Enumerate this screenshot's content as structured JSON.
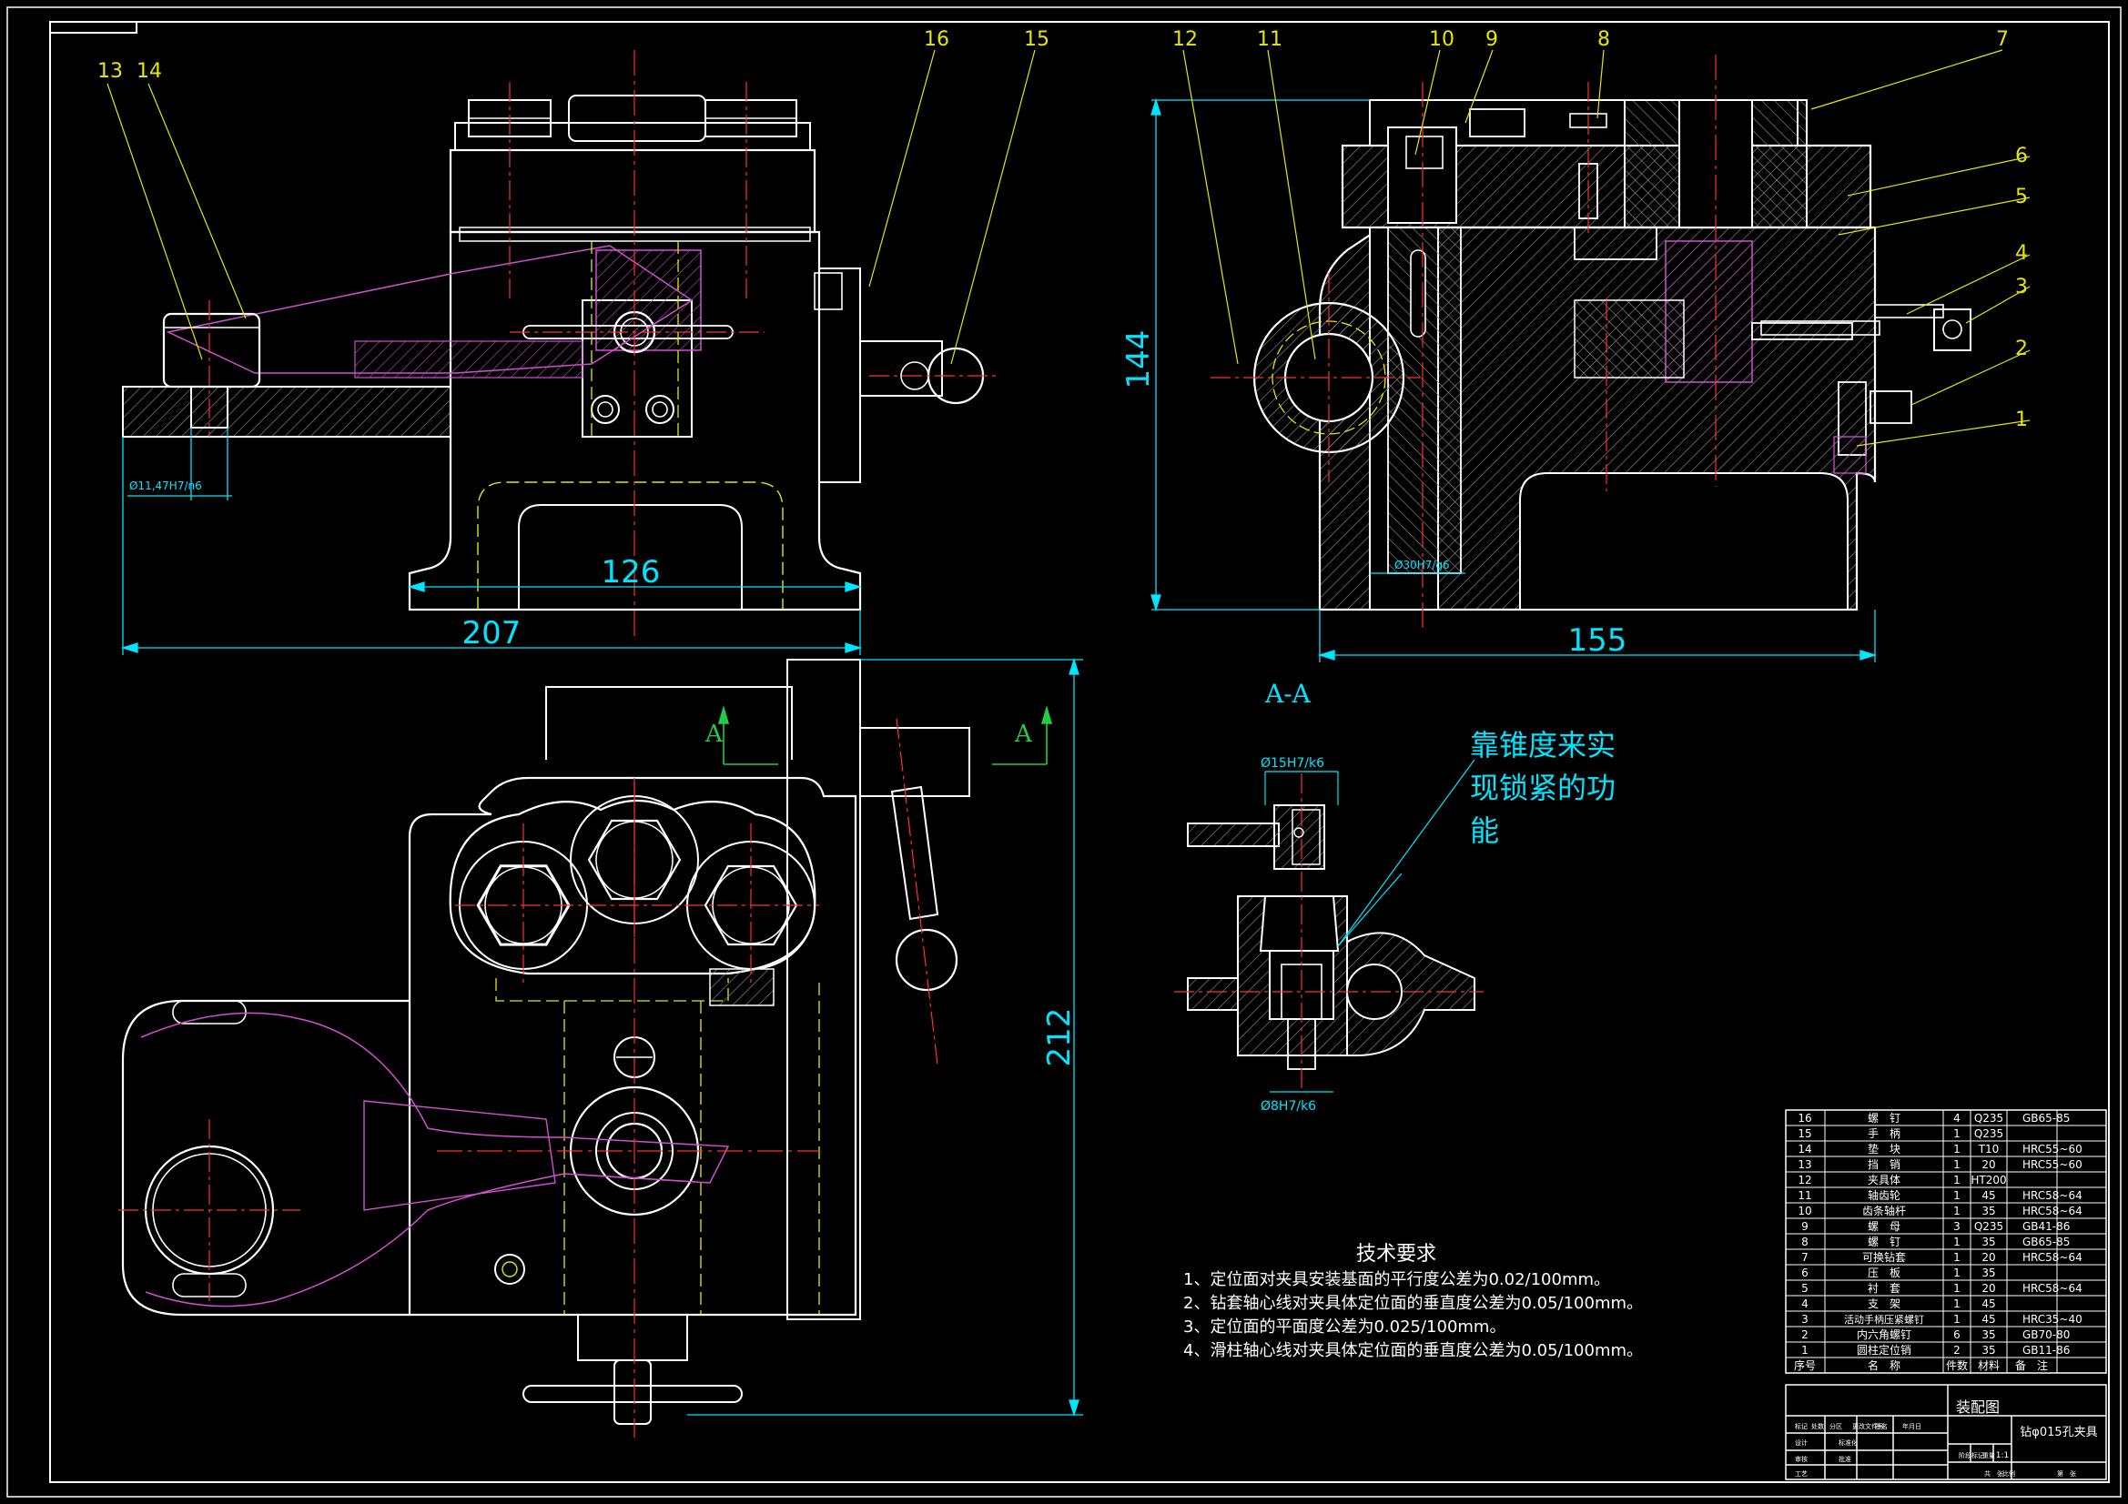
{
  "colors": {
    "background": "#000000",
    "outline": "#ffffff",
    "dimension": "#00e5ff",
    "centerline": "#ff3030",
    "hidden": "#e6e600",
    "phantom": "#d050d0",
    "hatch": "#9a9a9a",
    "leader": "#e6e600",
    "section_mark": "#22cc44"
  },
  "balloons": {
    "b13": "13",
    "b14": "14",
    "b16": "16",
    "b15": "15",
    "b12": "12",
    "b11": "11",
    "b10": "10",
    "b9": "9",
    "b8": "8",
    "b7": "7",
    "b6": "6",
    "b5": "5",
    "b4": "4",
    "b3": "3",
    "b2": "2",
    "b1": "1"
  },
  "dimensions": {
    "front_base_width": "126",
    "front_overall_width": "207",
    "side_height": "144",
    "side_width": "155",
    "top_height": "212",
    "pin_fit": "Ø11,47H7/n6",
    "shaft_fit": "Ø30H7/g6",
    "section_upper_fit": "Ø15H7/k6",
    "section_lower_fit": "Ø8H7/k6"
  },
  "section": {
    "title": "A-A",
    "mark_left": "A",
    "mark_right": "A",
    "note_line1": "靠锥度来实",
    "note_line2": "现锁紧的功",
    "note_line3": "能"
  },
  "tech_requirements": {
    "title": "技术要求",
    "items": [
      "1、定位面对夹具安装基面的平行度公差为0.02/100mm。",
      "2、钻套轴心线对夹具体定位面的垂直度公差为0.05/100mm。",
      "3、定位面的平面度公差为0.025/100mm。",
      "4、滑柱轴心线对夹具体定位面的垂直度公差为0.05/100mm。"
    ]
  },
  "bom": {
    "rows": [
      [
        "16",
        "螺　钉",
        "4",
        "Q235",
        "GB65-85"
      ],
      [
        "15",
        "手　柄",
        "1",
        "Q235",
        ""
      ],
      [
        "14",
        "垫　块",
        "1",
        "T10",
        "HRC55~60"
      ],
      [
        "13",
        "挡　销",
        "1",
        "20",
        "HRC55~60"
      ],
      [
        "12",
        "夹具体",
        "1",
        "HT200",
        ""
      ],
      [
        "11",
        "轴齿轮",
        "1",
        "45",
        "HRC58~64"
      ],
      [
        "10",
        "齿条轴杆",
        "1",
        "35",
        "HRC58~64"
      ],
      [
        "9",
        "螺　母",
        "3",
        "Q235",
        "GB41-86"
      ],
      [
        "8",
        "螺　钉",
        "1",
        "35",
        "GB65-85"
      ],
      [
        "7",
        "可换钻套",
        "1",
        "20",
        "HRC58~64"
      ],
      [
        "6",
        "压　板",
        "1",
        "35",
        ""
      ],
      [
        "5",
        "衬　套",
        "1",
        "20",
        "HRC58~64"
      ],
      [
        "4",
        "支　架",
        "1",
        "45",
        ""
      ],
      [
        "3",
        "活动手柄压紧螺钉",
        "1",
        "45",
        "HRC35~40"
      ],
      [
        "2",
        "内六角螺钉",
        "6",
        "35",
        "GB70-80"
      ],
      [
        "1",
        "圆柱定位销",
        "2",
        "35",
        "GB11-86"
      ]
    ],
    "header": [
      "序号",
      "名　称",
      "件数",
      "材料",
      "备　注"
    ],
    "drawing_name": "装配图",
    "part_title": "钻φ015孔夹具",
    "title_small": [
      "标记",
      "处数",
      "分区",
      "更改文件号",
      "签名",
      "年月日",
      "设计",
      "标准化",
      "审核",
      "工艺",
      "批准",
      "阶段标记",
      "重量",
      "比例",
      "共　张",
      "第　张"
    ],
    "scale": "1:1"
  }
}
